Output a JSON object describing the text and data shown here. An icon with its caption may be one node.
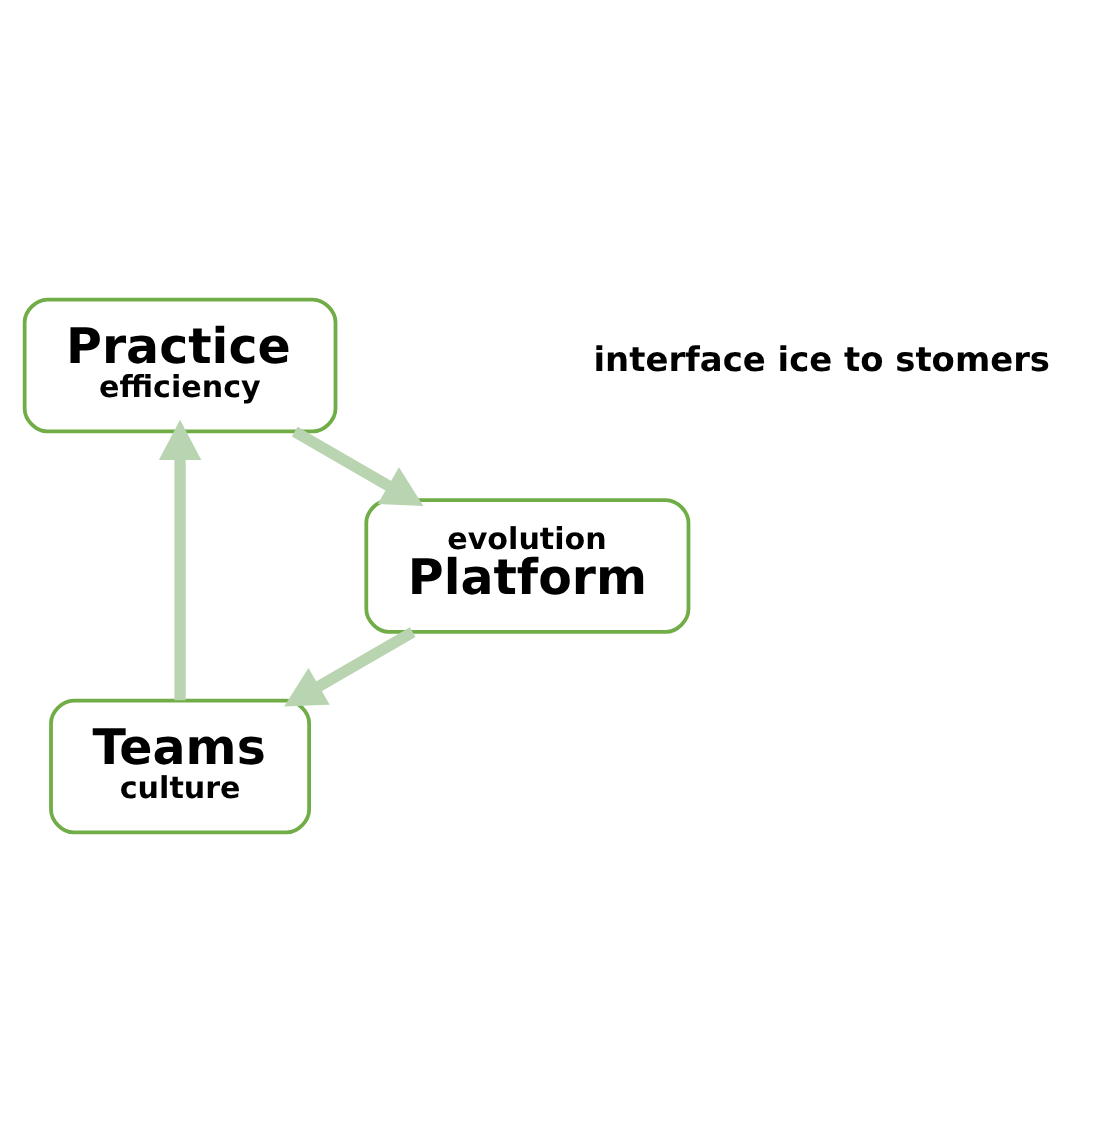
{
  "diagram": {
    "nodes": [
      {
        "text": [
          "Teams",
          "culture"
        ]
      },
      {
        "text": [
          "Practice",
          "efficiency"
        ]
      },
      {
        "text": [
          "evolution",
          "Platform"
        ]
      }
    ],
    "edges": [
      {
        "from": 0,
        "to": 1,
        "arrow": "to"
      },
      {
        "from": 1,
        "to": 2,
        "arrow": "to"
      },
      {
        "from": 2,
        "to": 0,
        "arrow": "to"
      }
    ],
    "labels": [
      "interface ice to stomers"
    ]
  }
}
